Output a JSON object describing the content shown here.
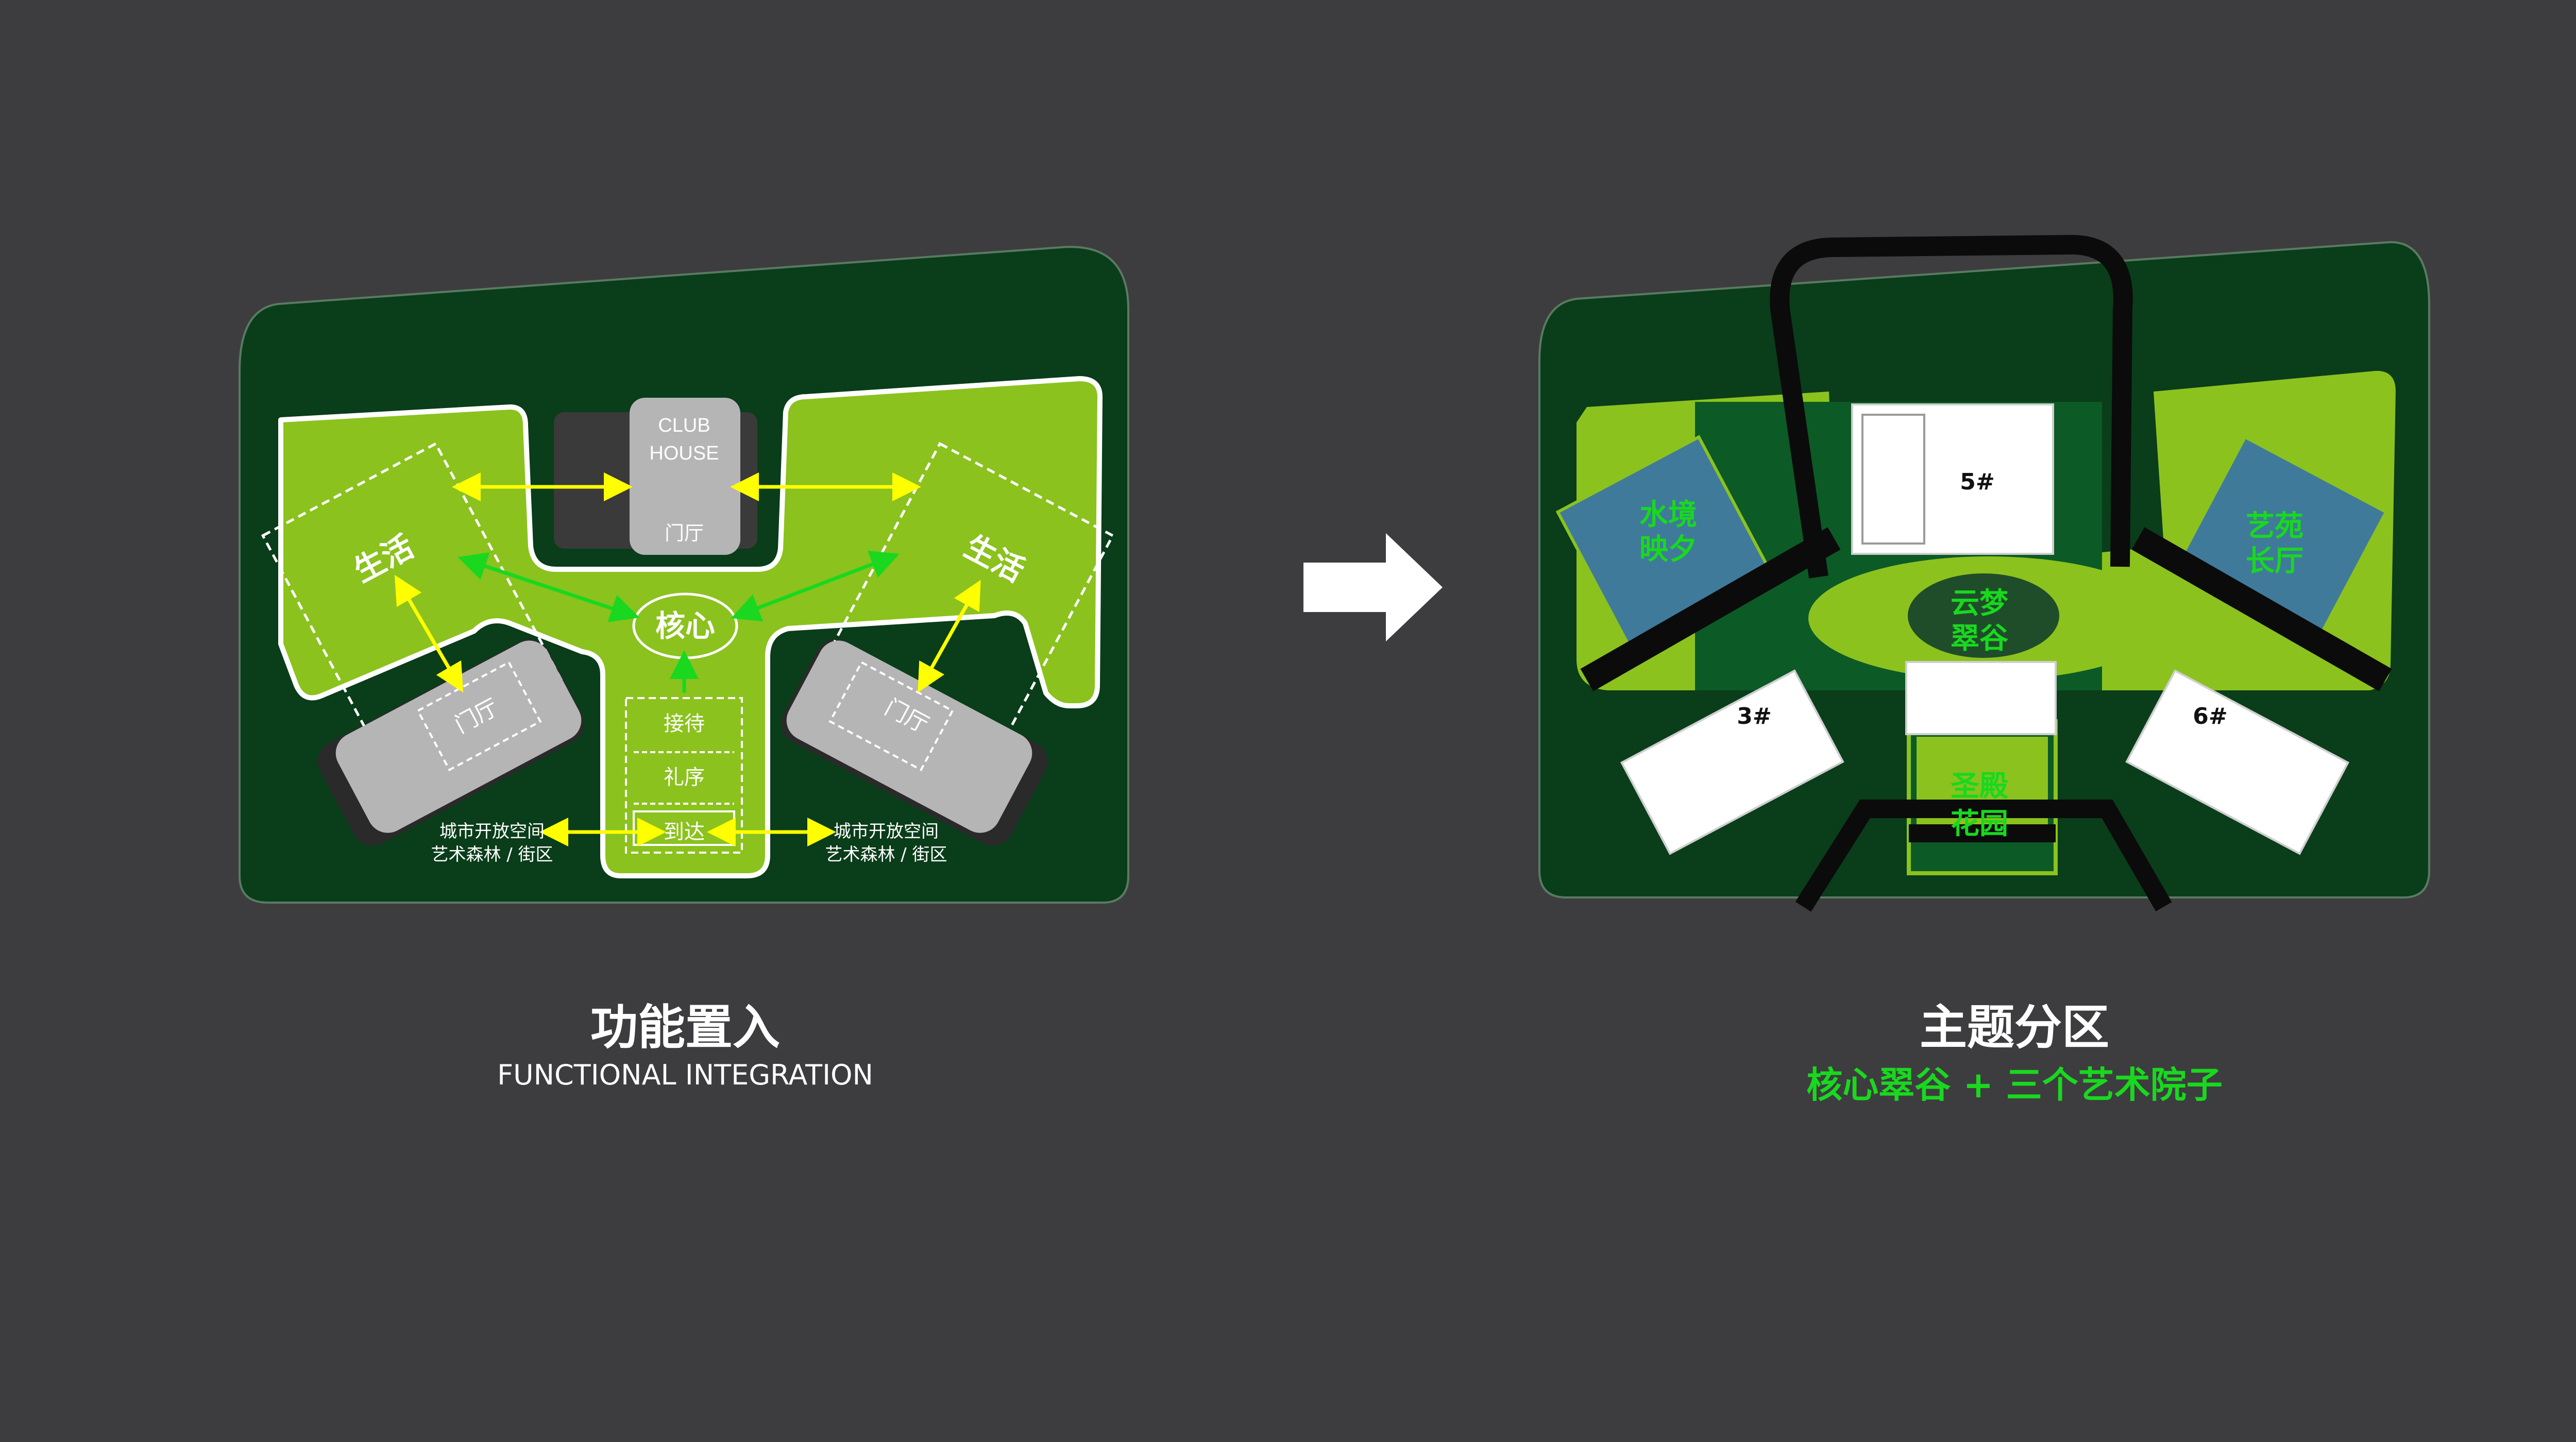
{
  "colors": {
    "background": "#3d3d3f",
    "site_dark": "#0a3d1a",
    "site_green": "#8bc21e",
    "accent_green": "#19d81f",
    "arrow_yellow": "#ffff00",
    "building_gray": "#b5b5b5",
    "water_blue": "#3f7a9b",
    "road_black": "#0b0b0b"
  },
  "left_diagram": {
    "clubhouse_line1": "CLUB",
    "clubhouse_line2": "HOUSE",
    "clubhouse_lobby": "门厅",
    "life_left": "生活",
    "life_right": "生活",
    "core": "核心",
    "lobby_left": "门厅",
    "lobby_right": "门厅",
    "reception": "接待",
    "ceremony": "礼序",
    "arrival": "到达",
    "open_space_left_line1": "城市开放空间",
    "open_space_left_line2": "艺术森林 / 街区",
    "open_space_right_line1": "城市开放空间",
    "open_space_right_line2": "艺术森林 / 街区"
  },
  "right_diagram": {
    "zone_water_line1": "水境",
    "zone_water_line2": "映夕",
    "zone_core_line1": "云梦",
    "zone_core_line2": "翠谷",
    "zone_art_line1": "艺苑",
    "zone_art_line2": "长厅",
    "zone_garden_line1": "圣殿",
    "zone_garden_line2": "花园",
    "building_5": "5#",
    "building_3": "3#",
    "building_6": "6#"
  },
  "captions": {
    "left_title": "功能置入",
    "left_subtitle": "FUNCTIONAL INTEGRATION",
    "right_title": "主题分区",
    "right_subtitle": "核心翠谷 +  三个艺术院子"
  }
}
